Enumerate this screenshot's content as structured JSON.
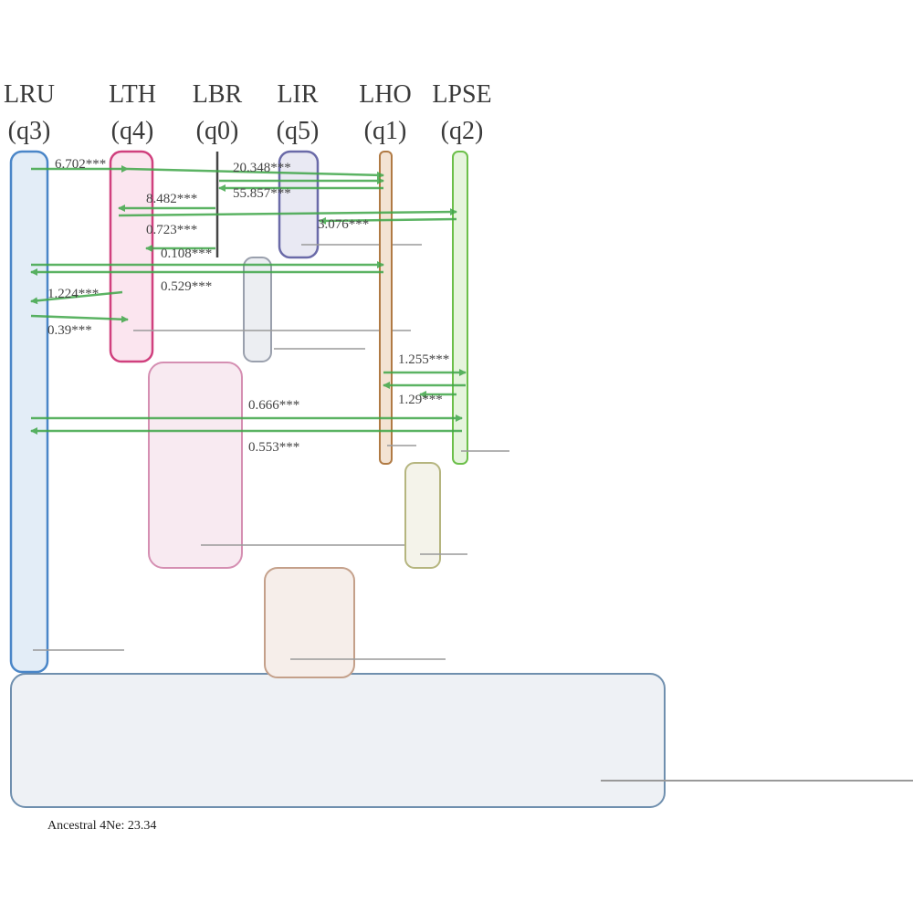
{
  "populations": [
    {
      "id": "lru",
      "name": "LRU",
      "tag": "(q3)"
    },
    {
      "id": "lth",
      "name": "LTH",
      "tag": "(q4)"
    },
    {
      "id": "lbr",
      "name": "LBR",
      "tag": "(q0)"
    },
    {
      "id": "lir",
      "name": "LIR",
      "tag": "(q5)"
    },
    {
      "id": "lho",
      "name": "LHO",
      "tag": "(q1)"
    },
    {
      "id": "lpse",
      "name": "LPSE",
      "tag": "(q2)"
    }
  ],
  "migrations": [
    {
      "id": "m1",
      "text": "6.702***"
    },
    {
      "id": "m2",
      "text": "20.348***"
    },
    {
      "id": "m3",
      "text": "55.857***"
    },
    {
      "id": "m4",
      "text": "8.482***"
    },
    {
      "id": "m5",
      "text": "0.723***"
    },
    {
      "id": "m6",
      "text": "3.076***"
    },
    {
      "id": "m7",
      "text": "0.108***"
    },
    {
      "id": "m8",
      "text": "0.529***"
    },
    {
      "id": "m9",
      "text": "1.224***"
    },
    {
      "id": "m10",
      "text": "0.39***"
    },
    {
      "id": "m11",
      "text": "1.255***"
    },
    {
      "id": "m12",
      "text": "1.29***"
    },
    {
      "id": "m13",
      "text": "0.666***"
    },
    {
      "id": "m14",
      "text": "0.553***"
    }
  ],
  "footer": {
    "ancestral": "Ancestral 4Ne: 23.34"
  },
  "colors": {
    "migration_arrow": "#3fa648",
    "lru": "#4a86c8",
    "lth": "#d0407e",
    "lbr": "#444444",
    "lir": "#6a6aa8",
    "lho": "#b07a44",
    "lpse": "#6cbf4a"
  }
}
